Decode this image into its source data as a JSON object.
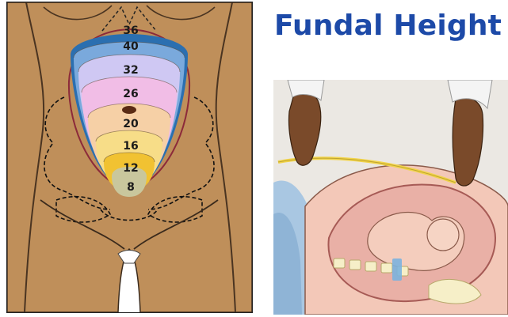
{
  "title": "Fundal Height",
  "diagram": {
    "week_labels": [
      "36",
      "40",
      "32",
      "26",
      "20",
      "16",
      "12",
      "8"
    ],
    "zone_colors": [
      "#2b6fb0",
      "#7aa9dc",
      "#cfc8f3",
      "#f1bde6",
      "#f6d0a6",
      "#f7dd88",
      "#f1c232",
      "#c9c79d"
    ],
    "skin_color": "#bf8f5a",
    "illustration_labels": []
  }
}
